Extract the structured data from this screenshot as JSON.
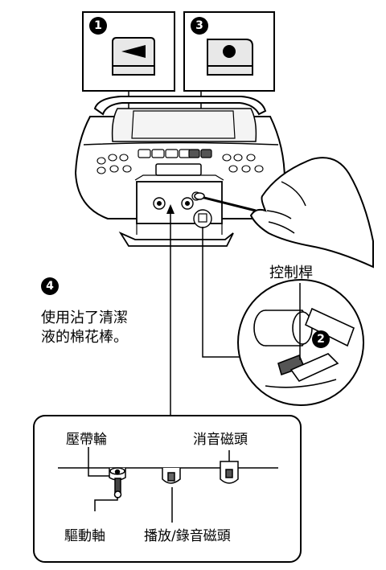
{
  "steps": {
    "step1_number": "1",
    "step2_number": "2",
    "step3_number": "3",
    "step4_number": "4"
  },
  "instruction": {
    "line1": "使用沾了清潔",
    "line2": "液的棉花棒。"
  },
  "labels": {
    "control_lever": "控制桿",
    "pinch_roller": "壓帶輪",
    "erase_head": "消音磁頭",
    "capstan": "驅動軸",
    "playback_record_head": "播放/錄音磁頭"
  }
}
